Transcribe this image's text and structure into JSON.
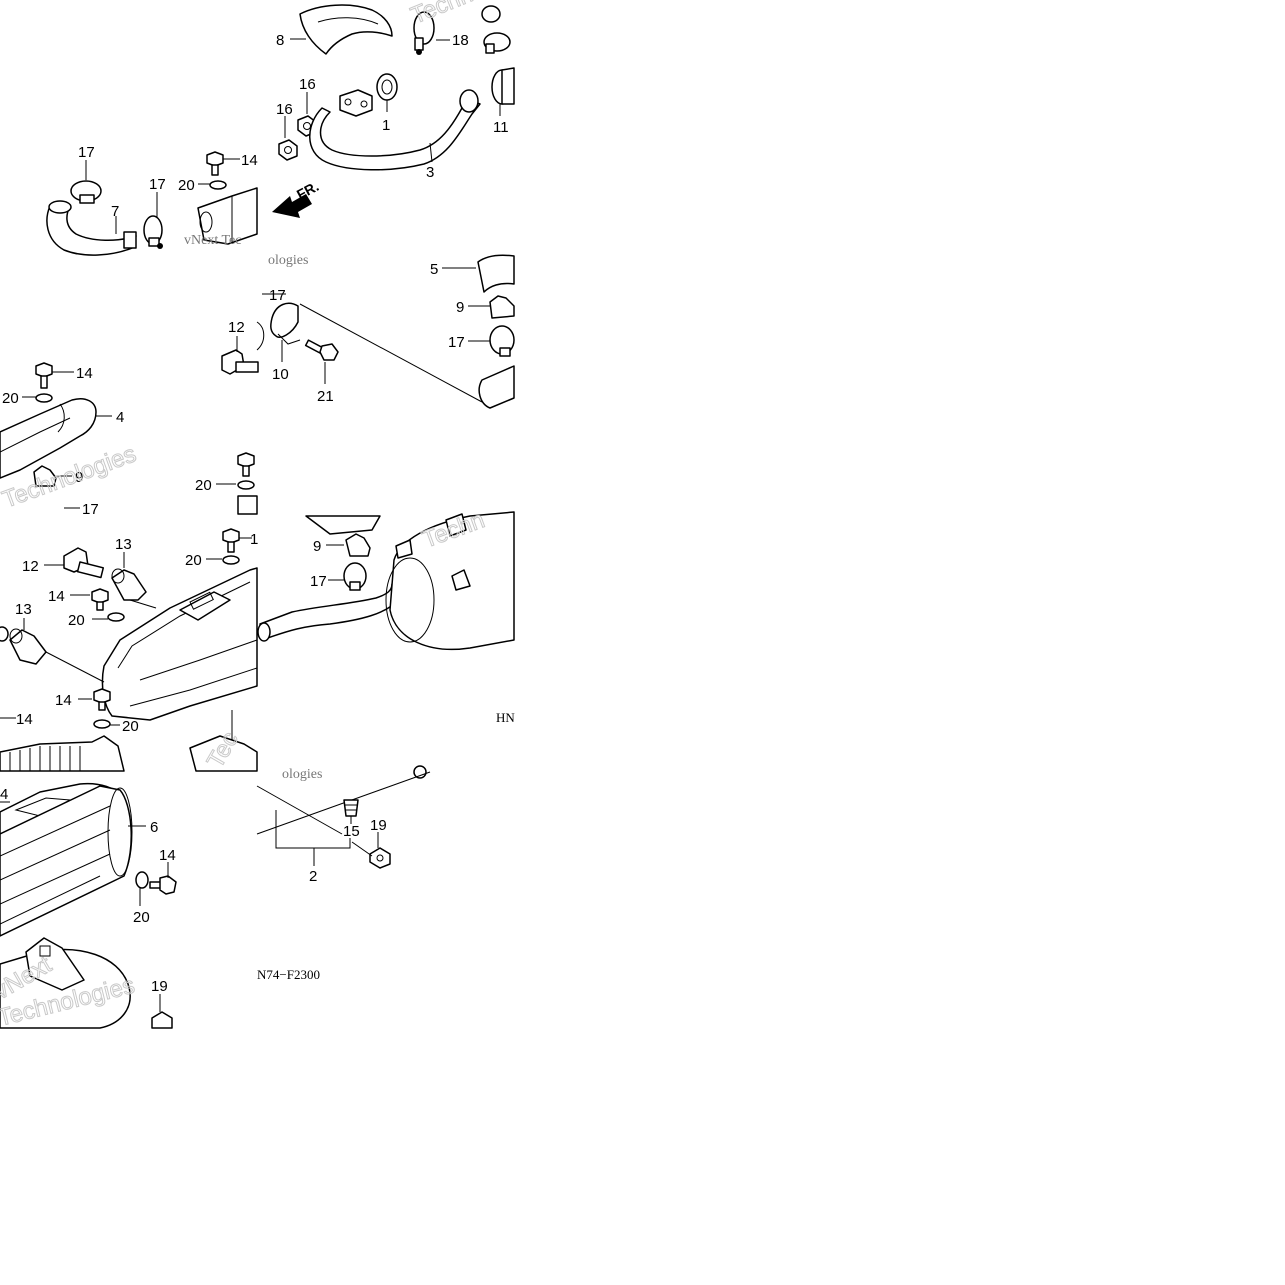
{
  "diagram": {
    "drawing_code": "N74−F2300",
    "drawing_code_prefix": "HN",
    "front_arrow_label": "FR.",
    "watermark": {
      "lines": [
        "Technologies",
        "vNext",
        "Technologies",
        "vNext Tec",
        "Tec",
        "Techn",
        "Techno",
        "Technologies",
        "ologies",
        "ologies"
      ]
    },
    "callouts": {
      "c8": "8",
      "c18": "18",
      "c16a": "16",
      "c16b": "16",
      "c1": "1",
      "c11": "11",
      "c3": "3",
      "c17a": "17",
      "c17b": "17",
      "c7": "7",
      "c14a": "14",
      "c20a": "20",
      "c17c": "17",
      "c5": "5",
      "c9a": "9",
      "c17d": "17",
      "c12a": "12",
      "c10": "10",
      "c21": "21",
      "c14b": "14",
      "c20b": "20",
      "c4": "4",
      "c9b": "9",
      "c17e": "17",
      "c20c": "20",
      "c13a": "13",
      "c12b": "12",
      "c20d": "20",
      "c1b": "1",
      "c14c": "14",
      "c20e": "20",
      "c13b": "13",
      "c14d": "14",
      "c14e": "14",
      "c20f": "20",
      "c9c": "9",
      "c17f": "17",
      "c4b": "4",
      "c6": "6",
      "c14f": "14",
      "c20g": "20",
      "c19a": "19",
      "c15": "15",
      "c19b": "19",
      "c2": "2"
    }
  }
}
